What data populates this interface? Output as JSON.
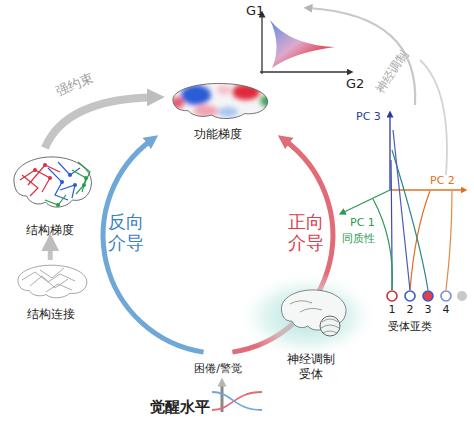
{
  "diagram": {
    "nodes": [
      {
        "text": [
          "功能梯度"
        ]
      },
      {
        "text": [
          "结构梯度"
        ]
      },
      {
        "text": [
          "结构连接"
        ]
      },
      {
        "text": [
          "神经调制 受体"
        ]
      }
    ],
    "edges": [
      {
        "from": 2,
        "to": 1,
        "arrow": "to"
      },
      {
        "from": 1,
        "to": 0,
        "label": "强约束",
        "arrow": "to"
      }
    ],
    "labels": [
      "G1",
      "G2",
      "神经调制",
      "反向 介导",
      "正向 介导",
      "困倦/警觉",
      "觉醒水平",
      "PC 3",
      "PC 2",
      "PC 1",
      "同质性",
      "1",
      "2",
      "3",
      "4",
      "受体亚类"
    ]
  }
}
